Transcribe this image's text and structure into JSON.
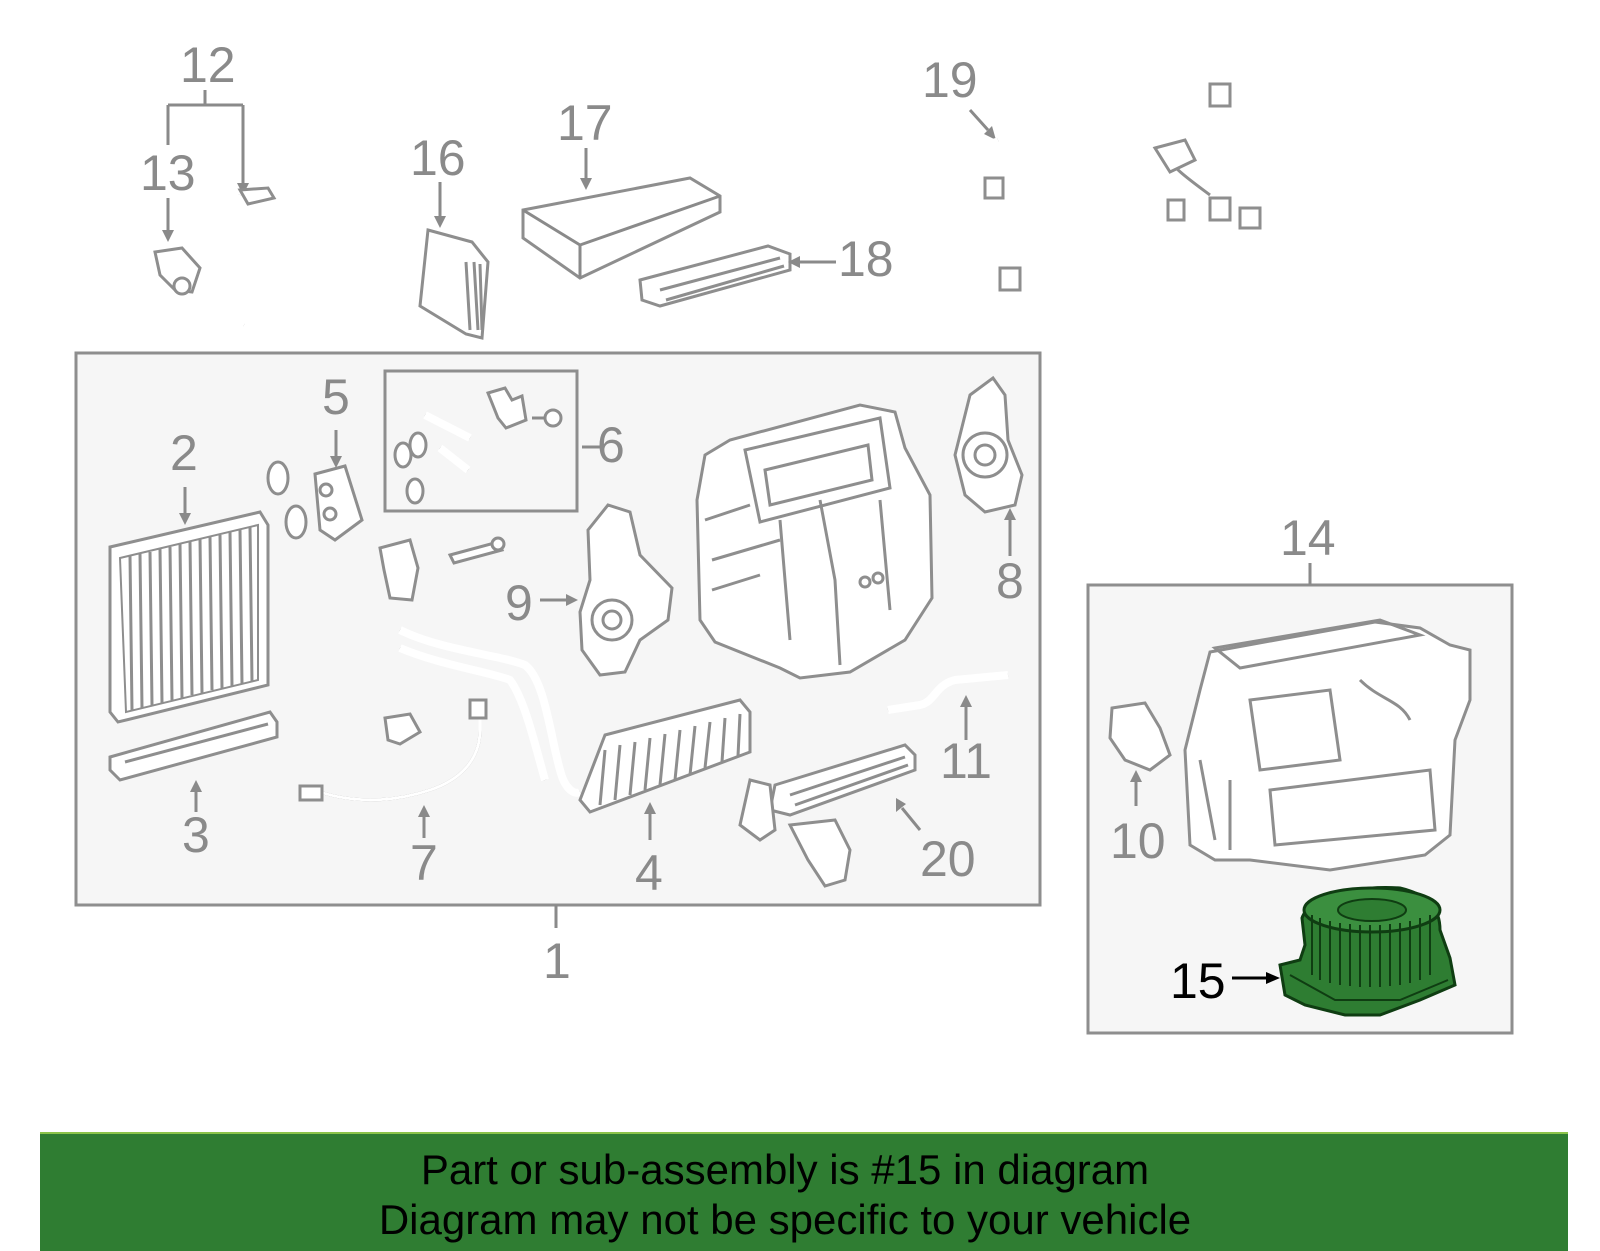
{
  "callouts": {
    "c1": "1",
    "c2": "2",
    "c3": "3",
    "c4": "4",
    "c5": "5",
    "c6": "6",
    "c7": "7",
    "c8": "8",
    "c9": "9",
    "c10": "10",
    "c11": "11",
    "c12": "12",
    "c13": "13",
    "c14": "14",
    "c15": "15",
    "c16": "16",
    "c17": "17",
    "c18": "18",
    "c19": "19",
    "c20": "20"
  },
  "highlighted_part": "15",
  "colors": {
    "highlight": "#2e7d32",
    "banner": "#2f7d32",
    "line_art": "#8e8e8e"
  },
  "banner": {
    "line1": "Part or sub-assembly is #15 in diagram",
    "line2": "Diagram may not be specific to your vehicle"
  }
}
